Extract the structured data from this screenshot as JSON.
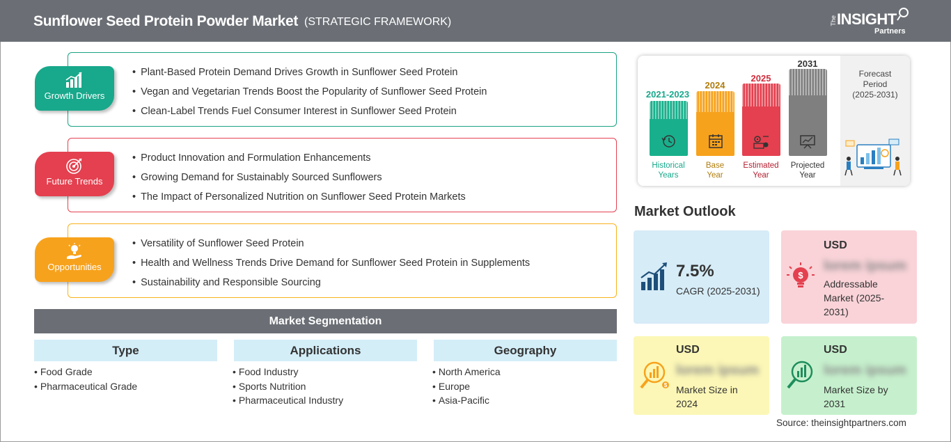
{
  "header": {
    "title": "Sunflower Seed Protein Powder Market",
    "subtitle": "(STRATEGIC FRAMEWORK)",
    "logo": {
      "the": "The",
      "insight": "INSIGHT",
      "partners": "Partners"
    }
  },
  "framework": {
    "growth": {
      "label": "Growth Drivers",
      "icon": "bar-chart-growth-icon",
      "color": "#18a88b",
      "items": [
        "Plant-Based Protein Demand Drives Growth in Sunflower Seed Protein",
        "Vegan and Vegetarian Trends Boost the Popularity of Sunflower Seed Protein",
        "Clean-Label Trends Fuel Consumer Interest in Sunflower Seed Protein"
      ]
    },
    "trends": {
      "label": "Future Trends",
      "icon": "target-icon",
      "color": "#e4404f",
      "items": [
        "Product Innovation and Formulation Enhancements",
        "Growing Demand for Sustainably Sourced Sunflowers",
        "The Impact of Personalized Nutrition on Sunflower Seed Protein Markets"
      ]
    },
    "opportunities": {
      "label": "Opportunities",
      "icon": "lightbulb-hand-icon",
      "color": "#f7a21c",
      "items": [
        "Versatility of Sunflower Seed Protein",
        "Health and Wellness Trends Drive Demand for Sunflower Seed Protein in Supplements",
        "Sustainability and Responsible Sourcing"
      ]
    }
  },
  "segmentation": {
    "title": "Market Segmentation",
    "columns": [
      {
        "title": "Type",
        "items": [
          "Food Grade",
          "Pharmaceutical Grade"
        ]
      },
      {
        "title": "Applications",
        "items": [
          "Food Industry",
          "Sports Nutrition",
          "Pharmaceutical Industry"
        ]
      },
      {
        "title": "Geography",
        "items": [
          "North America",
          "Europe",
          "Asia-Pacific"
        ]
      }
    ]
  },
  "timeline": {
    "bars": [
      {
        "year": "2021-2023",
        "label_1": "Historical",
        "label_2": "Years",
        "color": "#18b08c",
        "icon": "history-clock-icon"
      },
      {
        "year": "2024",
        "label_1": "Base",
        "label_2": "Year",
        "color": "#f7a21c",
        "icon": "calendar-icon"
      },
      {
        "year": "2025",
        "label_1": "Estimated",
        "label_2": "Year",
        "color": "#e4404f",
        "icon": "estimate-gears-icon"
      },
      {
        "year": "2031",
        "label_1": "Projected",
        "label_2": "Year",
        "color": "#7f7f7f",
        "icon": "presentation-board-icon"
      }
    ],
    "forecast": {
      "line_1": "Forecast",
      "line_2": "Period",
      "line_3": "(2025-2031)"
    }
  },
  "outlook": {
    "title": "Market Outlook",
    "cagr": {
      "value": "7.5%",
      "label": "CAGR (2025-2031)",
      "bg": "#d6ecf7",
      "icon": "rising-bar-chart-icon"
    },
    "addressable": {
      "currency": "USD",
      "value": "lorem ipsum",
      "label_1": "Addressable",
      "label_2": "Market (2025-",
      "label_3": "2031)",
      "bg": "#f9d3d8",
      "icon": "dollar-bulb-icon"
    },
    "size_2024": {
      "currency": "USD",
      "value": "lorem ipsum",
      "label_1": "Market Size in",
      "label_2": "2024",
      "bg": "#fcf7b6",
      "icon": "magnifier-chart-icon"
    },
    "size_2031": {
      "currency": "USD",
      "value": "lorem ipsum",
      "label_1": "Market Size by",
      "label_2": "2031",
      "bg": "#c6f0cd",
      "icon": "magnifier-bars-icon"
    }
  },
  "source": "Source: theinsightpartners.com"
}
